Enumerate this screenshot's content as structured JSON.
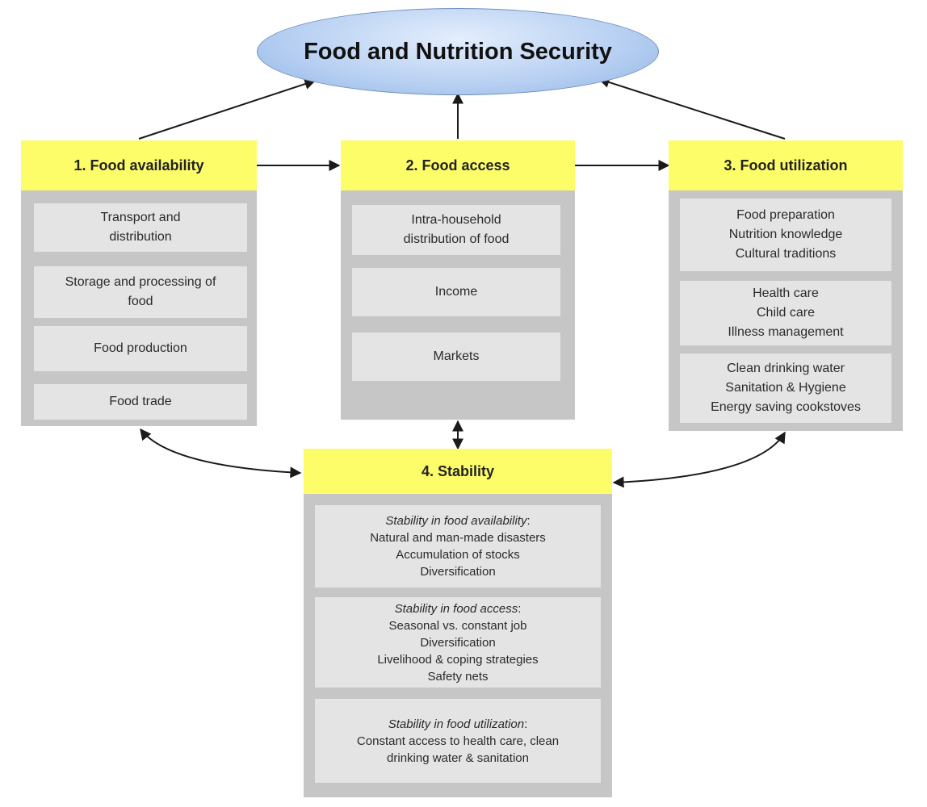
{
  "goal": {
    "title": "Food and Nutrition Security"
  },
  "pillars": {
    "availability": {
      "title": "1. Food availability",
      "items": [
        [
          "Transport and",
          "distribution"
        ],
        [
          "Storage and processing of",
          "food"
        ],
        [
          "Food production"
        ],
        [
          "Food trade"
        ]
      ]
    },
    "access": {
      "title": "2. Food access",
      "items": [
        [
          "Intra-household",
          "distribution of food"
        ],
        [
          "Income"
        ],
        [
          "Markets"
        ]
      ]
    },
    "utilization": {
      "title": "3. Food utilization",
      "items": [
        [
          "Food preparation",
          "Nutrition knowledge",
          "Cultural traditions"
        ],
        [
          "Health care",
          "Child care",
          "Illness management"
        ],
        [
          "Clean drinking water",
          "Sanitation & Hygiene",
          "Energy saving cookstoves"
        ]
      ]
    },
    "stability": {
      "title": "4. Stability",
      "items": [
        {
          "heading": "Stability in food availability",
          "heading_suffix": ":",
          "lines": [
            "Natural and man-made disasters",
            "Accumulation of stocks",
            "Diversification"
          ]
        },
        {
          "heading": "Stability in food access",
          "heading_suffix": ":",
          "lines": [
            "Seasonal vs. constant job",
            "Diversification",
            "Livelihood & coping strategies",
            "Safety nets"
          ]
        },
        {
          "heading": "Stability in food utilization",
          "heading_suffix": ":",
          "lines": [
            "Constant access to health care, clean",
            "drinking water & sanitation"
          ]
        }
      ]
    }
  },
  "colors": {
    "header_fill": "#fdfd6a",
    "panel_fill": "#c6c6c6",
    "item_fill": "#e4e4e4",
    "goal_fill": "#b6cff2",
    "arrow": "#1a1a1a"
  }
}
